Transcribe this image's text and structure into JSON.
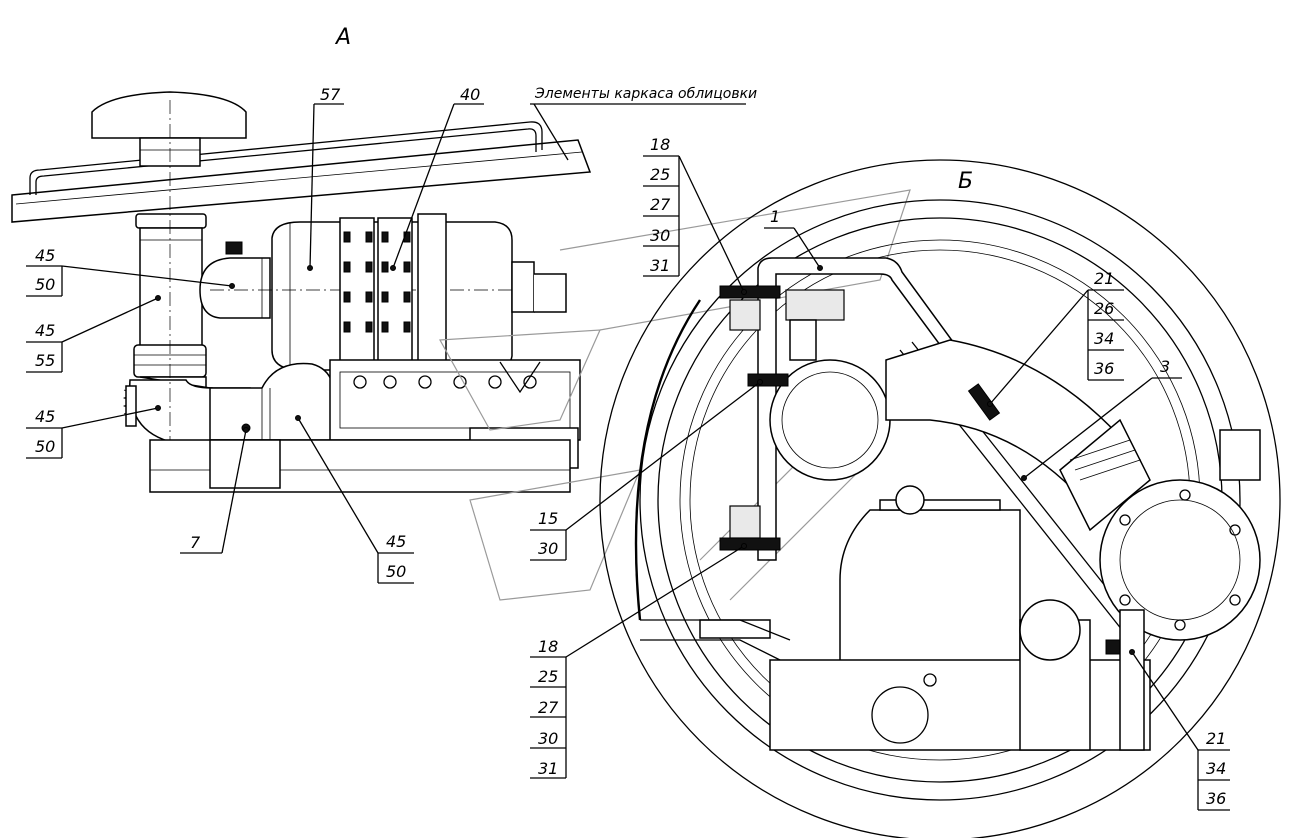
{
  "views": {
    "view_a": "А",
    "view_b": "Б"
  },
  "caption": "Элементы каркаса облицовки",
  "callouts": {
    "a57": "57",
    "a40": "40",
    "a45_1": "45",
    "a50_1": "50",
    "a45_2": "45",
    "a55": "55",
    "a45_3": "45",
    "a50_2": "50",
    "a7": "7",
    "a45_4": "45",
    "a50_3": "50",
    "b18_top": [
      "18",
      "25",
      "27",
      "30",
      "31"
    ],
    "b1": "1",
    "b21_top": [
      "21",
      "26",
      "34",
      "36"
    ],
    "b3": "3",
    "b15": "15",
    "b30": "30",
    "b18_bot": [
      "18",
      "25",
      "27",
      "30",
      "31"
    ],
    "b21_bot": [
      "21",
      "34",
      "36"
    ]
  }
}
